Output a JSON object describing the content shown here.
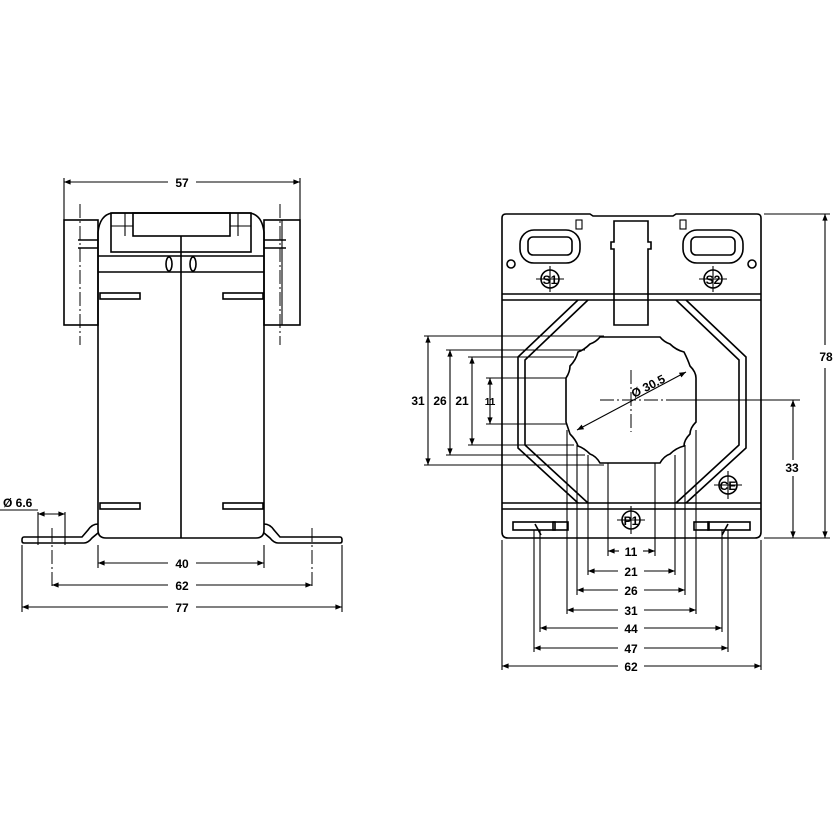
{
  "drawing": {
    "type": "current-transformer-dimension-drawing",
    "units": "mm",
    "side_view": {
      "dimensions": {
        "overall_width_top": "57",
        "hole_diameter": "Ø 6.6",
        "body_width": "40",
        "mounting_hole_spacing": "62",
        "overall_base_width": "77"
      }
    },
    "front_view": {
      "markings": {
        "terminal_s1": "S1",
        "terminal_s2": "S2",
        "primary_p1": "P1",
        "ce_mark": "CE"
      },
      "dimensions": {
        "aperture_diameter": "Ø 30.5",
        "height_overall": "78",
        "center_height": "33",
        "vertical_left": [
          "31",
          "26",
          "21",
          "11"
        ],
        "horizontal_bottom": [
          "11",
          "21",
          "26",
          "31",
          "44",
          "47",
          "62"
        ]
      }
    }
  }
}
